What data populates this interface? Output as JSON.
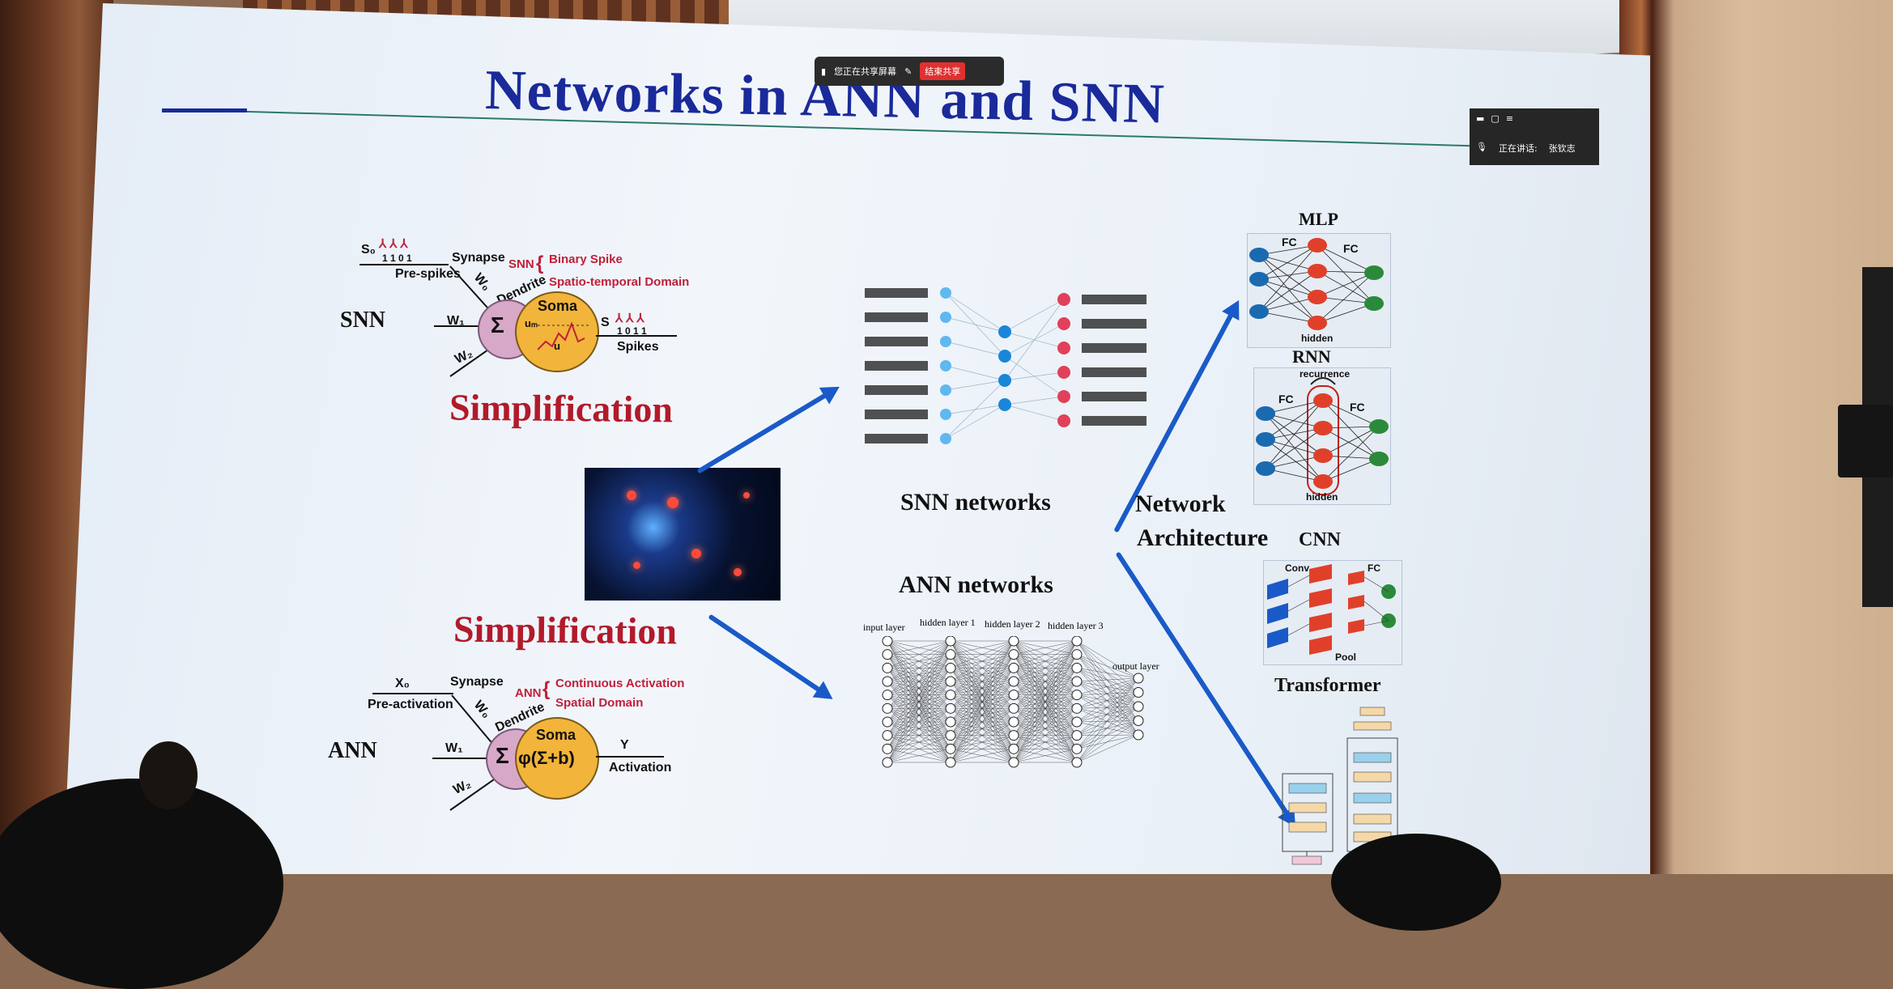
{
  "slide": {
    "title": "Networks in ANN and SNN",
    "snn_neuron": {
      "label": "SNN",
      "presynaptic": "S₀",
      "spike_bits": "1  1  0  1",
      "pre_label": "Pre-spikes",
      "synapse": "Synapse",
      "w0": "W₀",
      "w1": "W₁",
      "w2": "W₂",
      "dendrite": "Dendrite",
      "soma": "Soma",
      "um": "uₘ",
      "u": "u",
      "sigma": "Σ",
      "out_s": "S",
      "out_bits": "1  0  1  1",
      "out_label": "Spikes",
      "brace_tag": "SNN",
      "brace_1": "Binary Spike",
      "brace_2": "Spatio-temporal Domain"
    },
    "simplification_top": "Simplification",
    "simplification_bottom": "Simplification",
    "ann_neuron": {
      "label": "ANN",
      "x0": "X₀",
      "pre_label": "Pre-activation",
      "synapse": "Synapse",
      "w0": "W₀",
      "w1": "W₁",
      "w2": "W₂",
      "dendrite": "Dendrite",
      "soma": "Soma",
      "sigma": "Σ",
      "formula": "φ(Σ+b)",
      "y": "Y",
      "out_label": "Activation",
      "brace_tag": "ANN",
      "brace_1": "Continuous Activation",
      "brace_2": "Spatial Domain"
    },
    "snn_networks": "SNN networks",
    "ann_networks": "ANN networks",
    "ann_layers": [
      "input layer",
      "hidden layer 1",
      "hidden layer 2",
      "hidden layer 3",
      "output layer"
    ],
    "architecture": {
      "line1": "Network",
      "line2": "Architecture"
    },
    "archs": {
      "mlp": {
        "title": "MLP",
        "fc_left": "FC",
        "fc_right": "FC",
        "hidden": "hidden"
      },
      "rnn": {
        "title": "RNN",
        "recurrence": "recurrence",
        "fc_left": "FC",
        "fc_right": "FC",
        "hidden": "hidden"
      },
      "cnn": {
        "title": "CNN",
        "conv": "Conv",
        "fc": "FC",
        "pool": "Pool"
      },
      "transformer": {
        "title": "Transformer"
      }
    }
  },
  "overlay": {
    "share_status": "您正在共享屏幕",
    "stop_share": "结束共享",
    "speaking": "正在讲话:",
    "speaker_name": "张钦志"
  },
  "colors": {
    "title_blue": "#1a2a9a",
    "accent_red": "#b21a2a",
    "arrow_blue": "#1a5ac8",
    "soma_yellow": "#f2b43a"
  }
}
